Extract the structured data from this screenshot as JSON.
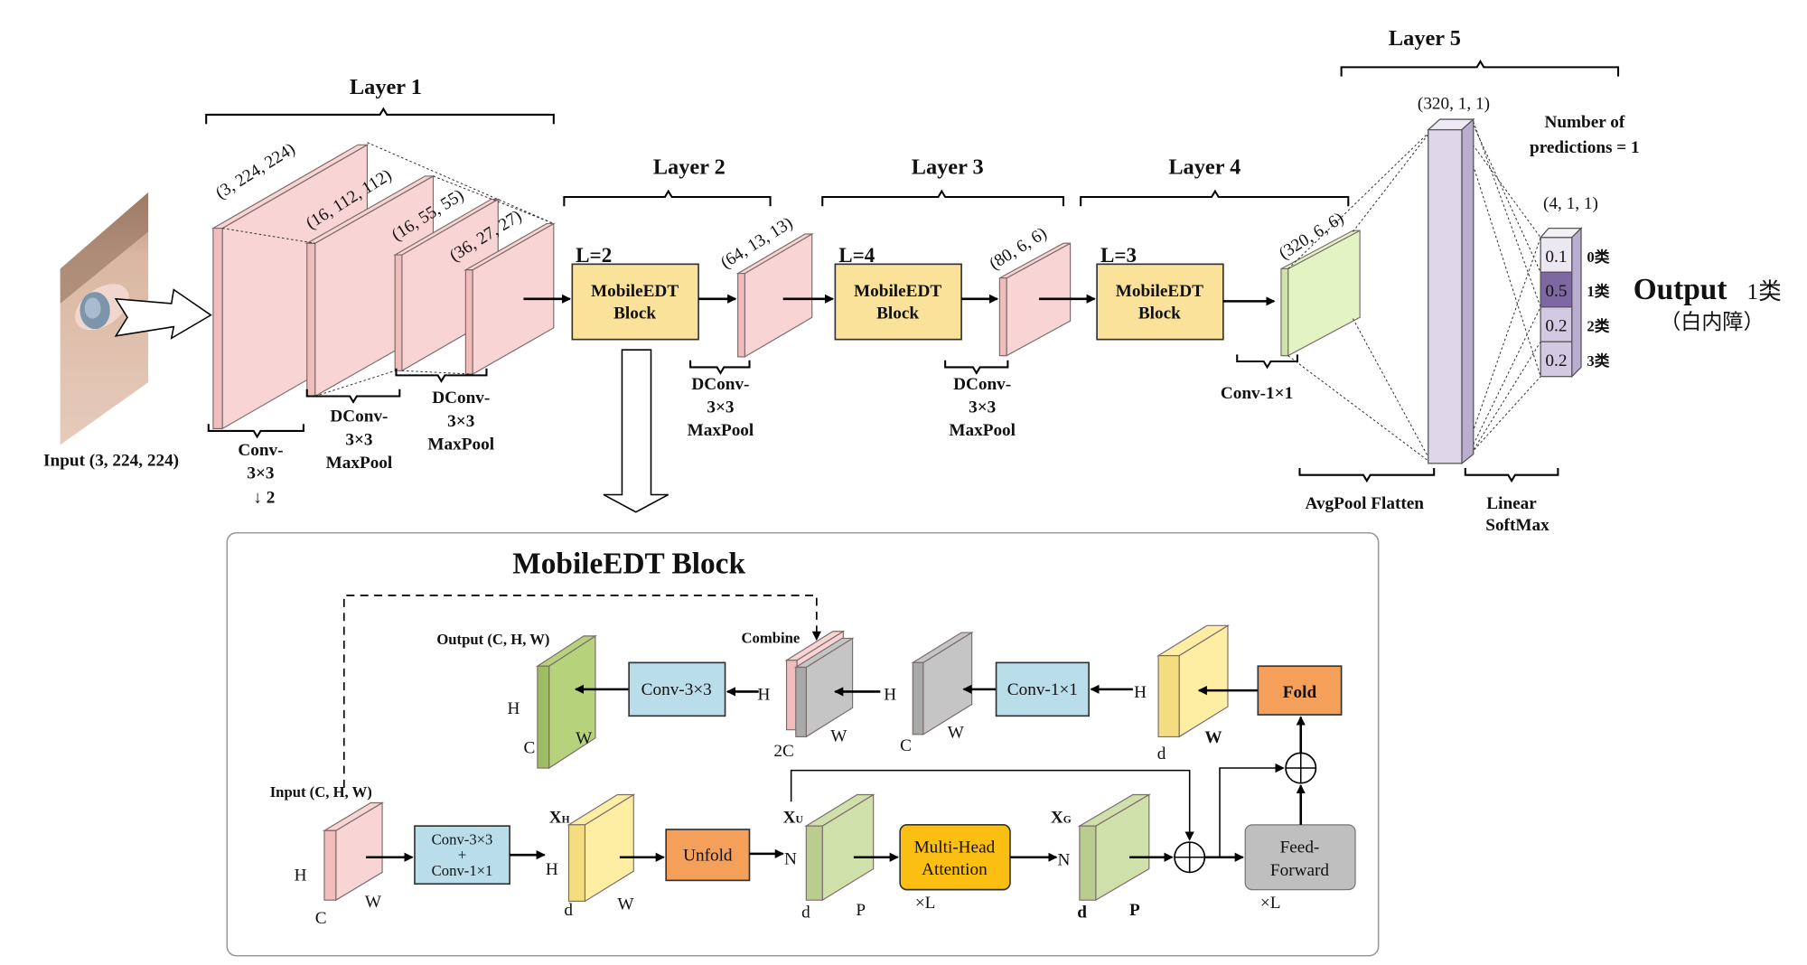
{
  "input": {
    "label": "Input (3, 224, 224)"
  },
  "layers": [
    {
      "title": "Layer 1"
    },
    {
      "title": "Layer 2",
      "repeat": "L=2",
      "block": [
        "MobileEDT",
        "Block"
      ]
    },
    {
      "title": "Layer 3",
      "repeat": "L=4",
      "block": [
        "MobileEDT",
        "Block"
      ]
    },
    {
      "title": "Layer 4",
      "repeat": "L=3",
      "block": [
        "MobileEDT",
        "Block"
      ]
    },
    {
      "title": "Layer 5"
    }
  ],
  "shapes": {
    "s1": "(3, 224, 224)",
    "s2": "(16, 112, 112)",
    "s3": "(16, 55, 55)",
    "s4": "(36, 27, 27)",
    "s5": "(64, 13, 13)",
    "s6": "(80, 6, 6)",
    "s7": "(320, 6, 6)",
    "s8": "(320, 1, 1)",
    "s9": "(4, 1, 1)"
  },
  "ops": {
    "conv": [
      "Conv-",
      "3×3",
      "↓ 2"
    ],
    "dconv": [
      "DConv-",
      "3×3",
      "MaxPool"
    ],
    "conv1x1": "Conv-1×1",
    "avgpool": "AvgPool Flatten",
    "linear": [
      "Linear",
      "SoftMax"
    ]
  },
  "predictions": {
    "note": [
      "Number of",
      "predictions = 1"
    ]
  },
  "output": {
    "cells": [
      {
        "value": "0.1",
        "cls": "0类",
        "color": "#ebe8f1"
      },
      {
        "value": "0.5",
        "cls": "1类",
        "color": "#7d68a2"
      },
      {
        "value": "0.2",
        "cls": "2类",
        "color": "#d2c9e2"
      },
      {
        "value": "0.2",
        "cls": "3类",
        "color": "#d2c9e2"
      }
    ],
    "title": "Output",
    "class": "1类",
    "class_name": "（白内障）"
  },
  "block_detail": {
    "title": "MobileEDT Block",
    "title_color": "#e8141c",
    "output_label": "Output (C, H, W)",
    "combine_label": "Combine",
    "input_label": "Input (C, H, W)",
    "conv3": "Conv-3×3",
    "conv1": "Conv-1×1",
    "conv_combo": [
      "Conv-3×3",
      "+",
      "Conv-1×1"
    ],
    "fold": "Fold",
    "unfold": "Unfold",
    "mha": [
      "Multi-Head",
      "Attention"
    ],
    "ff": [
      "Feed-",
      "Forward"
    ],
    "times_l": "×L",
    "xh": [
      "X",
      "H"
    ],
    "xu": [
      "X",
      "U"
    ],
    "xg": [
      "X",
      "G"
    ],
    "dims": {
      "H": "H",
      "W": "W",
      "C": "C",
      "C2": "2C",
      "d": "d",
      "N": "N",
      "P": "P"
    }
  }
}
